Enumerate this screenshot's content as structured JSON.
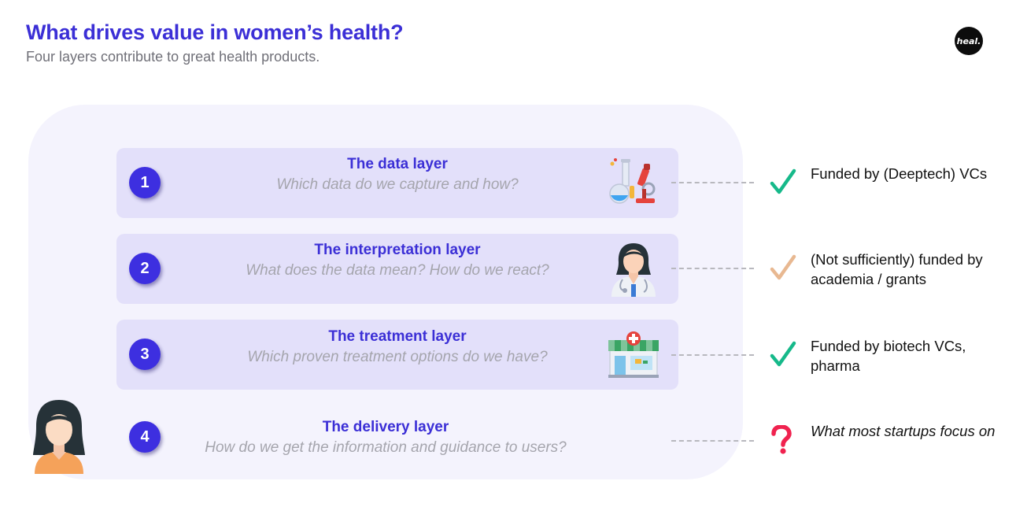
{
  "header": {
    "title": "What drives value in women’s health?",
    "subtitle": "Four layers contribute to great health products.",
    "logo_text": "heal."
  },
  "colors": {
    "accent": "#3b2fd6",
    "badge": "#3d2fe0",
    "card": "#e3e0fa",
    "panel": "#f4f3fd",
    "check_green": "#16b98a",
    "check_tan": "#e8b891",
    "question_red": "#f0224f"
  },
  "layers": [
    {
      "number": "1",
      "title": "The data layer",
      "question": "Which data do we capture and how?",
      "icon": "lab-microscope-icon",
      "status": "Funded by (Deeptech) VCs",
      "status_icon": "green-check-icon"
    },
    {
      "number": "2",
      "title": "The interpretation layer",
      "question": "What does the data mean? How do we react?",
      "icon": "doctor-icon",
      "status": "(Not sufficiently) funded by academia / grants",
      "status_icon": "tan-check-icon"
    },
    {
      "number": "3",
      "title": "The treatment layer",
      "question": "Which proven treatment options do we have?",
      "icon": "pharmacy-icon",
      "status": "Funded by biotech VCs, pharma",
      "status_icon": "green-check-icon"
    },
    {
      "number": "4",
      "title": "The delivery layer",
      "question": "How do we get the information and guidance to users?",
      "icon": "woman-user-icon",
      "status": "What most startups focus on",
      "status_icon": "red-question-icon"
    }
  ]
}
